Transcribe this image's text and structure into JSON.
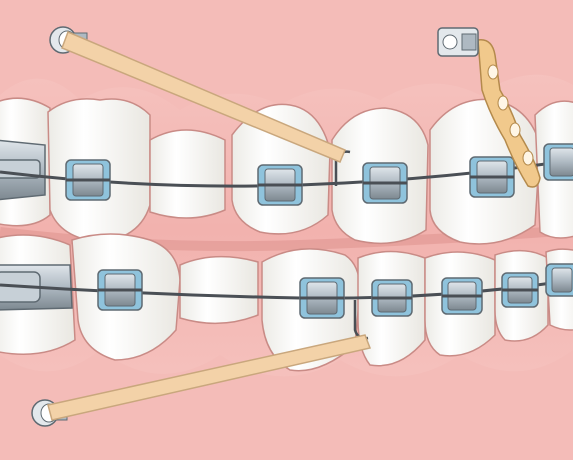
{
  "illustration": {
    "subject": "orthodontic-braces-side-view",
    "colors": {
      "gum": "#f2b2ae",
      "gum_dark": "#e48f8c",
      "gum_light": "#f8d4d1",
      "tooth": "#fbfbf8",
      "tooth_shadow": "#e7e5df",
      "tooth_outline": "#c98b86",
      "bracket_metal": "#aeb9c2",
      "bracket_dark": "#5f6a72",
      "ligature_blue": "#8fc3dc",
      "archwire": "#4a4f55",
      "elastic": "#f3d2a8",
      "elastic_edge": "#c9a77d",
      "mini_plate": "#f1c98c",
      "mini_plate_edge": "#b48a4c",
      "screw_head": "#e3e8ec",
      "molar_band": "#9aa5ad"
    },
    "elements": {
      "upper_brackets": 6,
      "lower_brackets": 7,
      "elastics": 2,
      "mini_screws": 3,
      "bone_plate_holes": 4
    }
  }
}
